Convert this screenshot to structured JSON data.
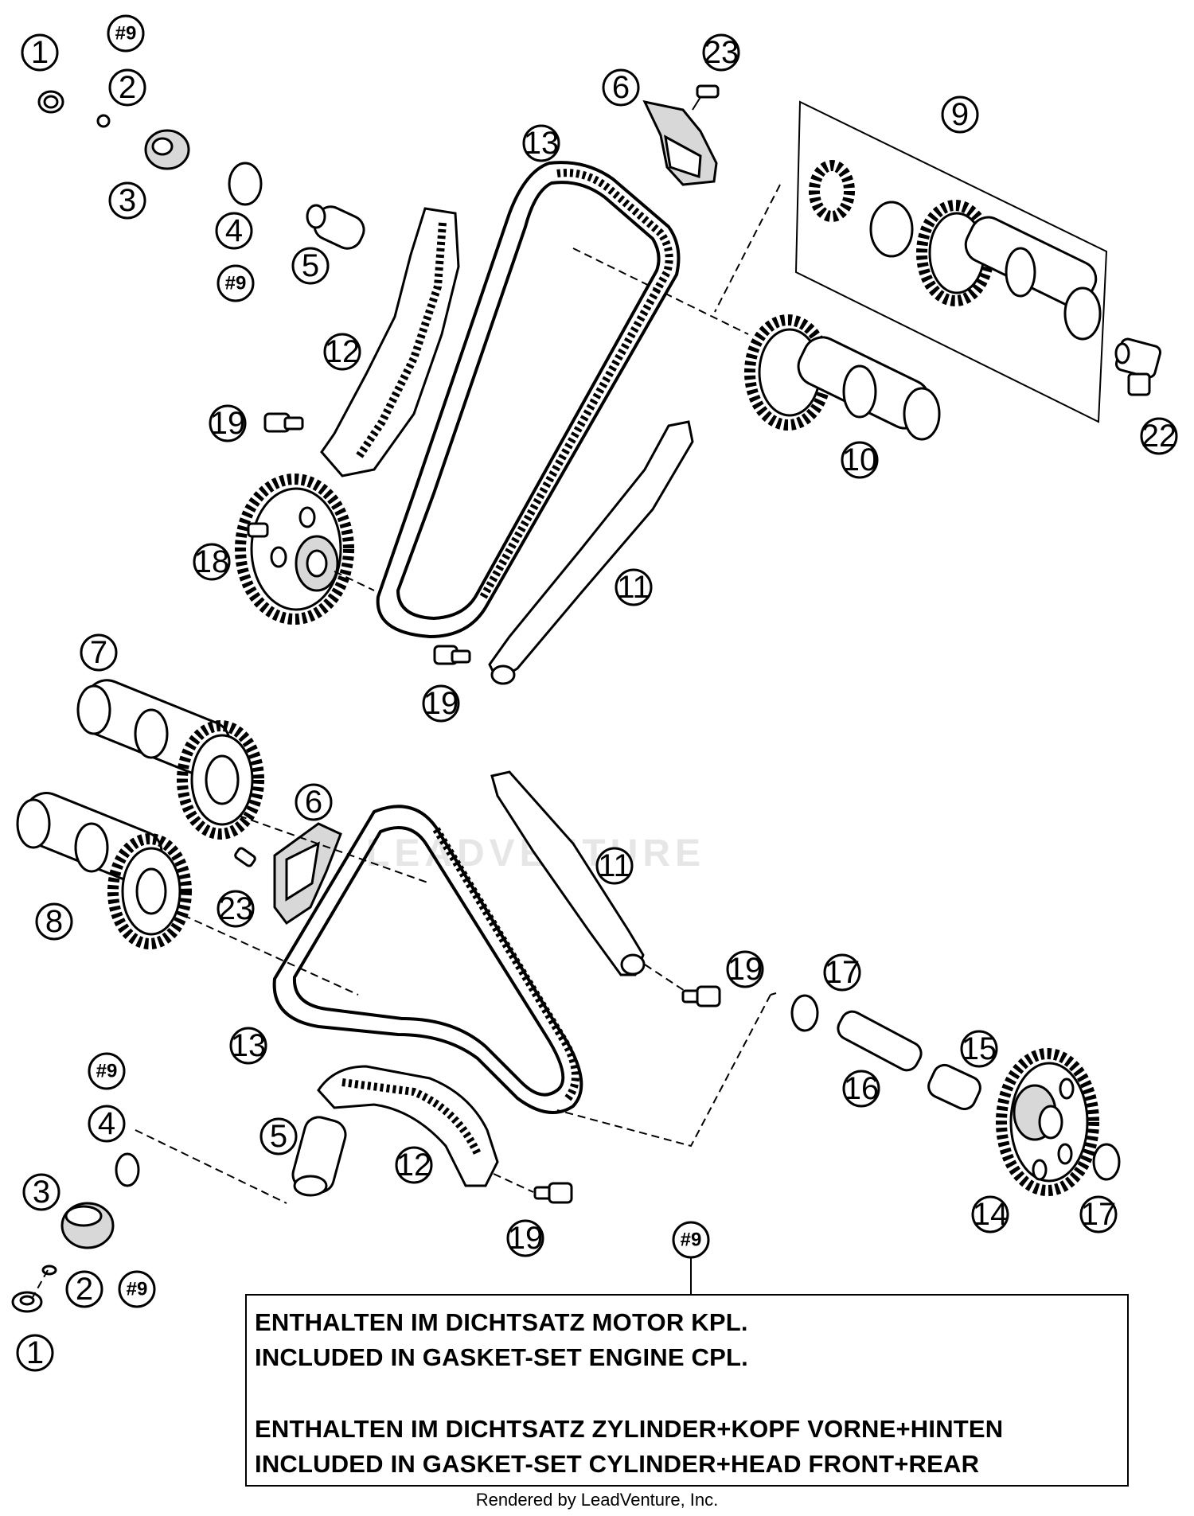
{
  "callouts": {
    "top": [
      "1",
      "#9",
      "2",
      "3",
      "4",
      "#9",
      "5",
      "6",
      "23",
      "13",
      "9",
      "12",
      "19",
      "22",
      "10",
      "18",
      "11",
      "19"
    ],
    "bottom": [
      "7",
      "6",
      "8",
      "23",
      "11",
      "19",
      "17",
      "13",
      "15",
      "16",
      "#9",
      "4",
      "5",
      "3",
      "12",
      "14",
      "17",
      "19",
      "2",
      "#9",
      "1",
      "#9"
    ]
  },
  "note": {
    "callout": "#9",
    "lines": [
      "ENTHALTEN IM DICHTSATZ MOTOR KPL.",
      "INCLUDED IN GASKET-SET ENGINE CPL.",
      "ENTHALTEN IM DICHTSATZ ZYLINDER+KOPF VORNE+HINTEN",
      "INCLUDED IN GASKET-SET CYLINDER+HEAD FRONT+REAR"
    ]
  },
  "watermark": "LEADVENTURE",
  "footer": "Rendered by LeadVenture, Inc."
}
